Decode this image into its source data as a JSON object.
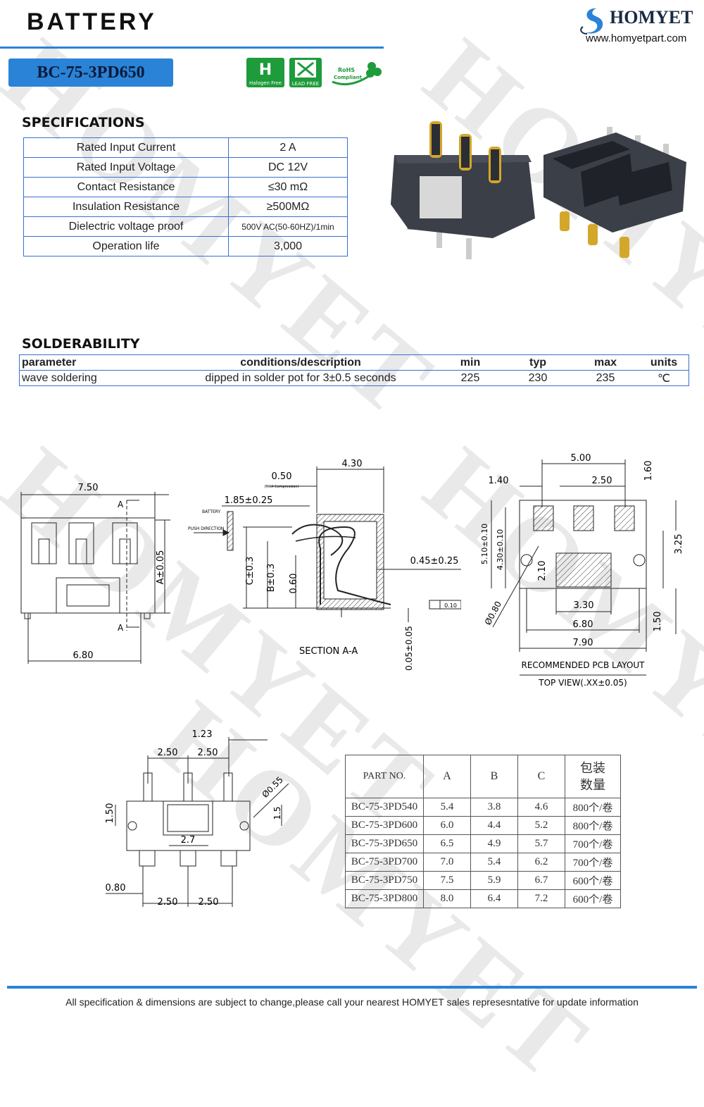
{
  "header": {
    "title": "BATTERY",
    "brand": "HOMYET",
    "website": "www.homyetpart.com",
    "part_number": "BC-75-3PD650",
    "badges": {
      "halogen": "Halogen Free",
      "lead": "LEAD FREE",
      "rohs_top": "RoHS",
      "rohs_bottom": "Compliant"
    }
  },
  "watermark": "HOMYET",
  "specifications": {
    "heading": "SPECIFICATIONS",
    "rows": [
      {
        "label": "Rated Input Current",
        "value": "2  A"
      },
      {
        "label": "Rated Input Voltage",
        "value": "DC  12V"
      },
      {
        "label": "Contact Resistance",
        "value": "≤30  mΩ"
      },
      {
        "label": "Insulation Resistance",
        "value": "≥500MΩ"
      },
      {
        "label": "Dielectric voltage proof",
        "value": "500V AC(50-60HZ)/1min"
      },
      {
        "label": "Operation life",
        "value": "3,000"
      }
    ]
  },
  "solderability": {
    "heading": "SOLDERABILITY",
    "headers": {
      "parameter": "parameter",
      "conditions": "conditions/description",
      "min": "min",
      "typ": "typ",
      "max": "max",
      "units": "units"
    },
    "row": {
      "parameter": "wave soldering",
      "conditions": "dipped in solder pot for 3±0.5 seconds",
      "min": "225",
      "typ": "230",
      "max": "235",
      "units": "℃"
    }
  },
  "drawings": {
    "front": {
      "w_top": "7.50",
      "w_bottom": "6.80",
      "height": "A±0.05",
      "section_a": "A"
    },
    "section": {
      "label": "SECTION A-A",
      "dim_430": "4.30",
      "dim_050": "0.50",
      "max_comp": "(MAX Compression)",
      "dim_185": "1.85±0.25",
      "battery": "BATTERY",
      "push": "PUSH DIRECTION",
      "dim_c": "C±0.3",
      "dim_b": "B±0.3",
      "dim_060": "0.60",
      "dim_045": "0.45±0.25",
      "flat_tol": "0.10",
      "dim_005": "0.05±0.05"
    },
    "pcb": {
      "d500": "5.00",
      "d140": "1.40",
      "d250": "2.50",
      "d160": "1.60",
      "d510": "5.10±0.10",
      "d430": "4.30±0.10",
      "d325": "3.25",
      "d210": "2.10",
      "d330": "3.30",
      "d680": "6.80",
      "d790": "7.90",
      "d150": "1.50",
      "d080": "Ø0.80",
      "caption1": "RECOMMENDED PCB LAYOUT",
      "caption2": "TOP VIEW(.XX±0.05)"
    },
    "bottom": {
      "d123": "1.23",
      "d250a": "2.50",
      "d250b": "2.50",
      "d150": "1.50",
      "d055": "Ø0.55",
      "d15": "1.5",
      "d27": "2.7",
      "d080": "0.80",
      "d250c": "2.50",
      "d250d": "2.50"
    }
  },
  "parts_table": {
    "headers": [
      "PART NO.",
      "A",
      "B",
      "C",
      "包装\n数量"
    ],
    "rows": [
      [
        "BC-75-3PD540",
        "5.4",
        "3.8",
        "4.6",
        "800个/卷"
      ],
      [
        "BC-75-3PD600",
        "6.0",
        "4.4",
        "5.2",
        "800个/卷"
      ],
      [
        "BC-75-3PD650",
        "6.5",
        "4.9",
        "5.7",
        "700个/卷"
      ],
      [
        "BC-75-3PD700",
        "7.0",
        "5.4",
        "6.2",
        "700个/卷"
      ],
      [
        "BC-75-3PD750",
        "7.5",
        "5.9",
        "6.7",
        "600个/卷"
      ],
      [
        "BC-75-3PD800",
        "8.0",
        "6.4",
        "7.2",
        "600个/卷"
      ]
    ]
  },
  "footer": "All specification & dimensions are subject to change,please call your nearest HOMYET sales represesntative for update information"
}
